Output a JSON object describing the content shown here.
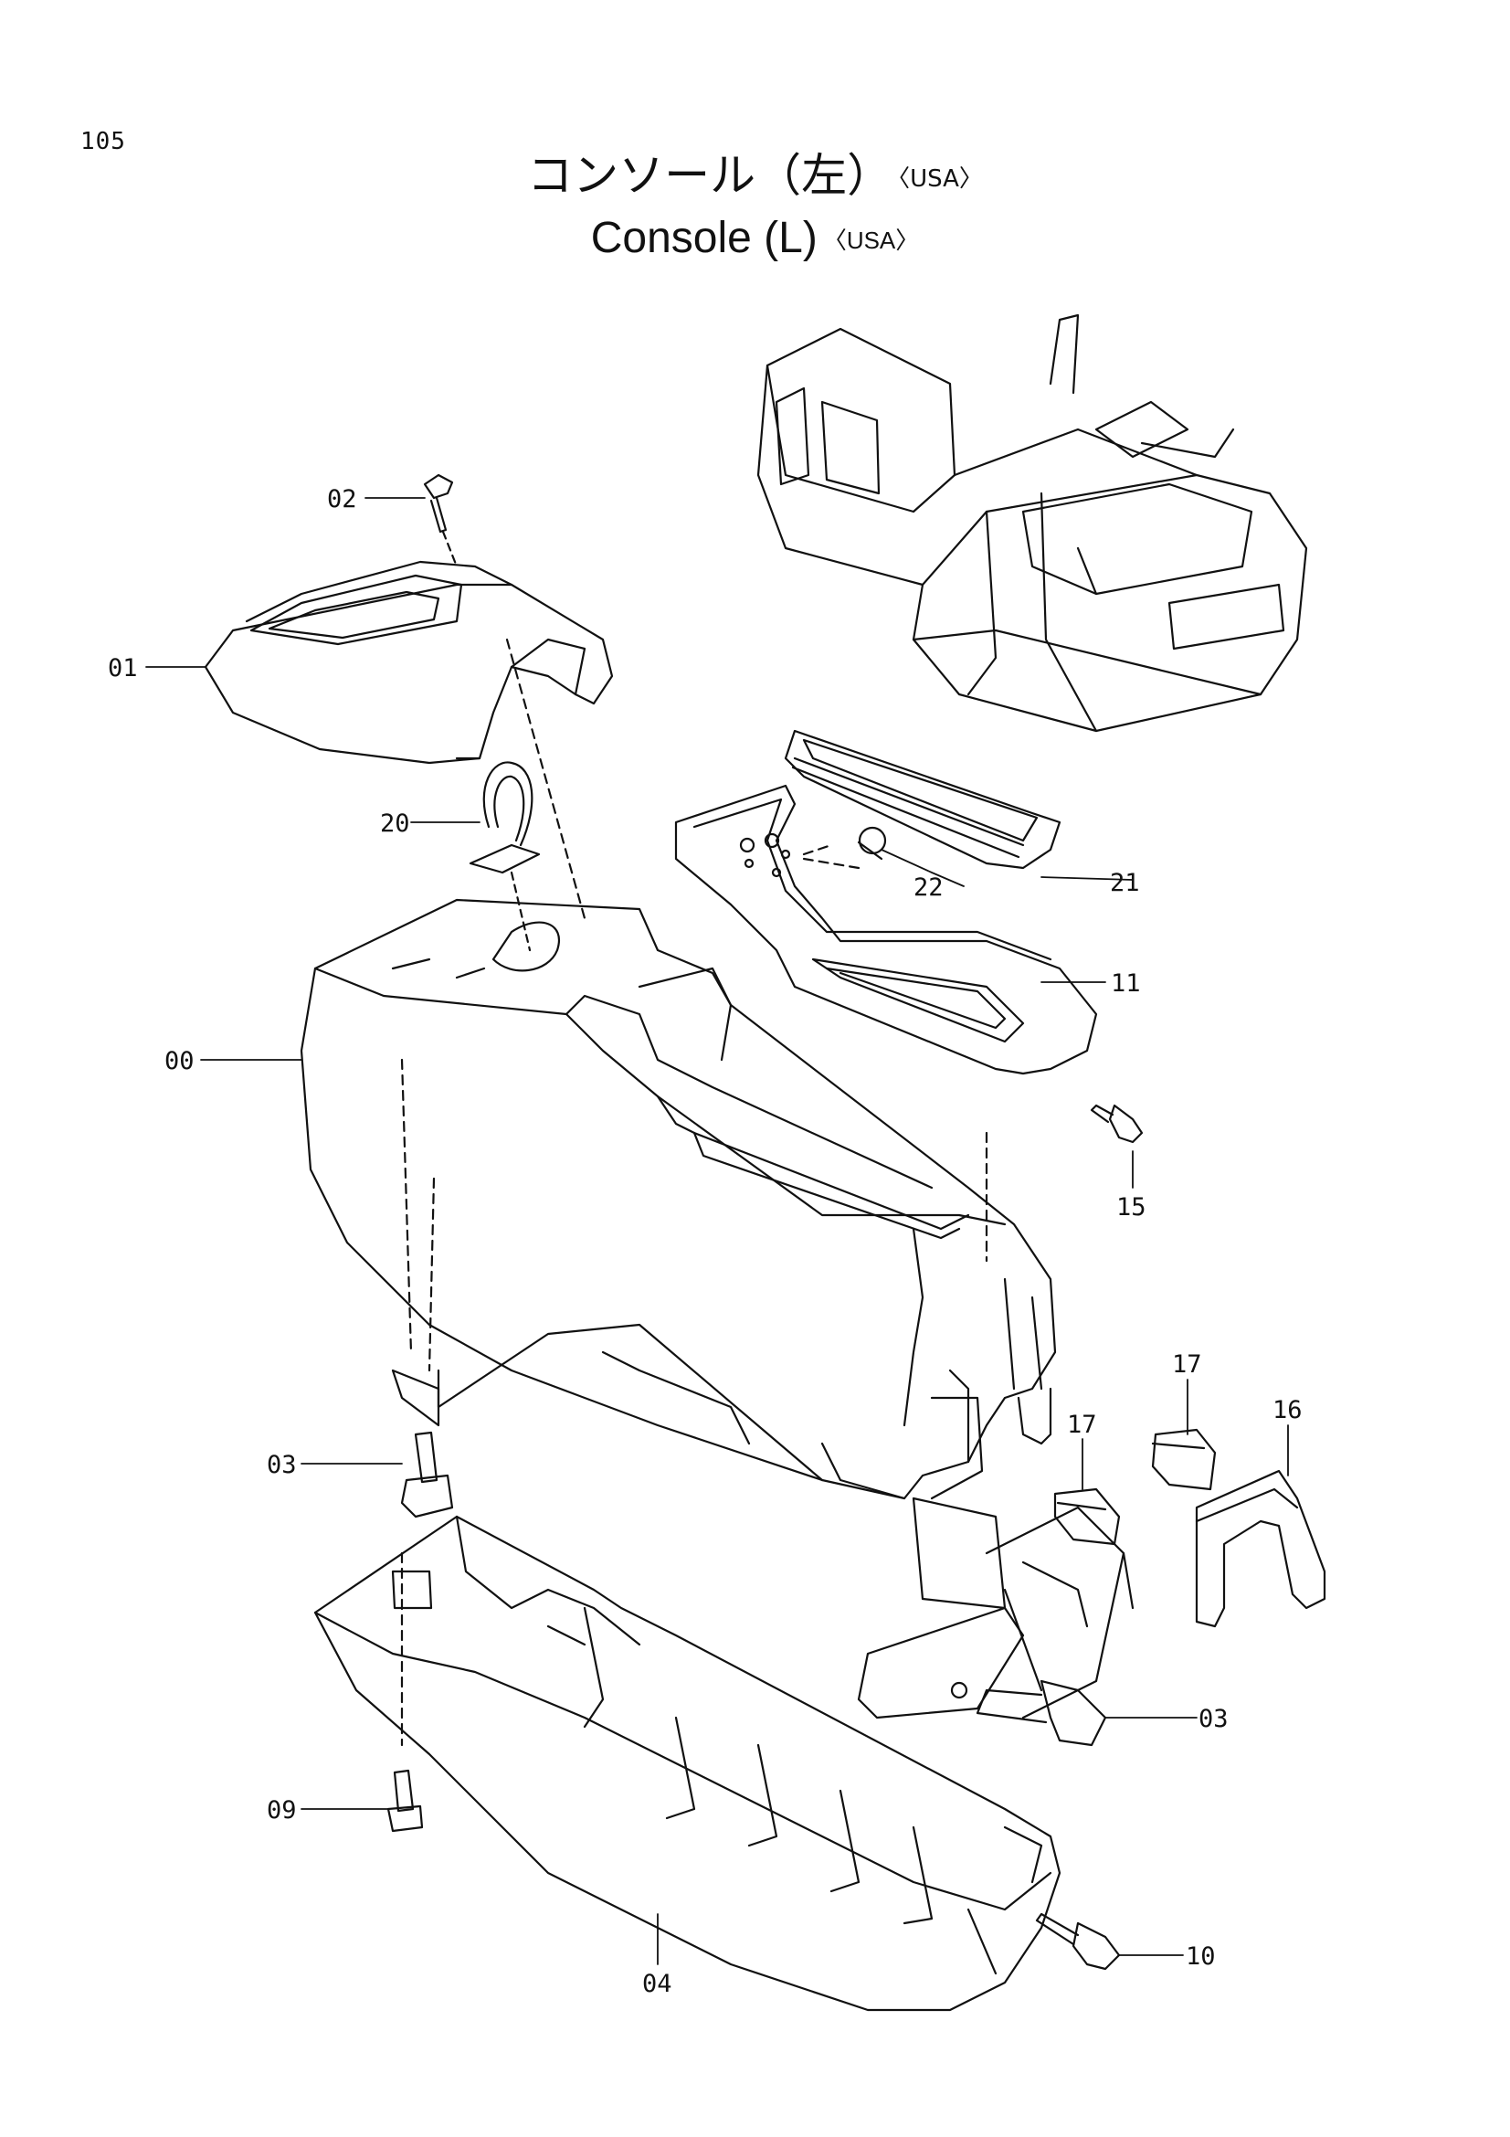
{
  "page_number": "105",
  "title_jp": "コンソール（左）",
  "title_en": "Console (L)",
  "region_tag": "〈USA〉",
  "callouts": {
    "c00": "00",
    "c01": "01",
    "c02": "02",
    "c03a": "03",
    "c03b": "03",
    "c04": "04",
    "c09": "09",
    "c10": "10",
    "c11": "11",
    "c15": "15",
    "c16": "16",
    "c17a": "17",
    "c17b": "17",
    "c20": "20",
    "c21": "21",
    "c22": "22"
  },
  "colors": {
    "line": "#111111",
    "background": "#ffffff"
  }
}
